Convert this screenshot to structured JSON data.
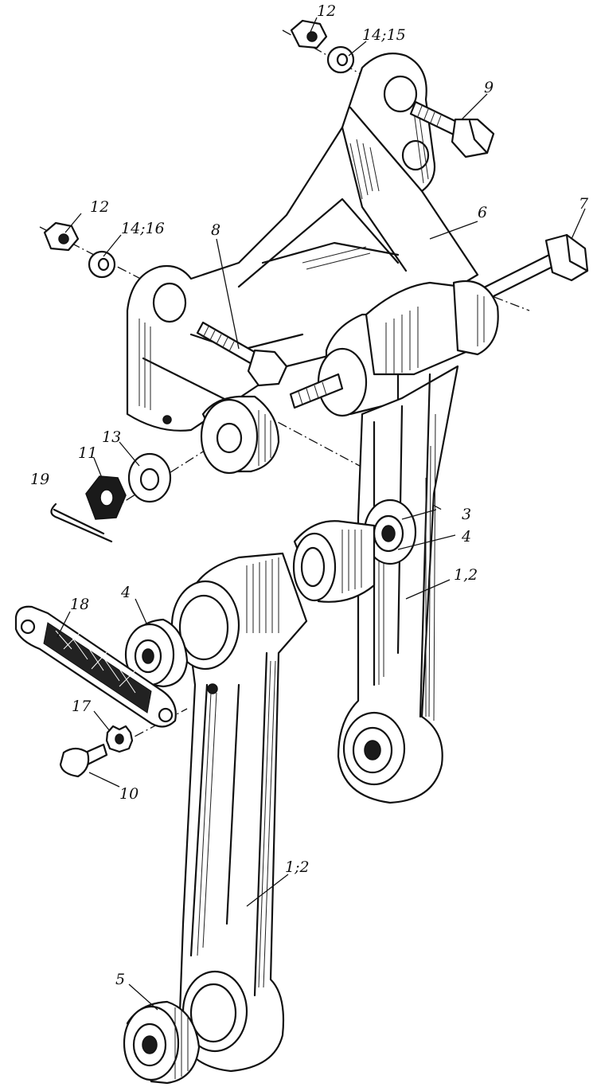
{
  "callouts": {
    "c12_top": "12",
    "c14_15": "14;15",
    "c9": "9",
    "c12_left": "12",
    "c14_16": "14;16",
    "c8": "8",
    "c6": "6",
    "c7": "7",
    "c13": "13",
    "c11": "11",
    "c19": "19",
    "c3": "3",
    "c4_right": "4",
    "c1_2_right": "1,2",
    "c18": "18",
    "c4_left": "4",
    "c17": "17",
    "c10": "10",
    "c1_2_lower": "1;2",
    "c5": "5"
  }
}
